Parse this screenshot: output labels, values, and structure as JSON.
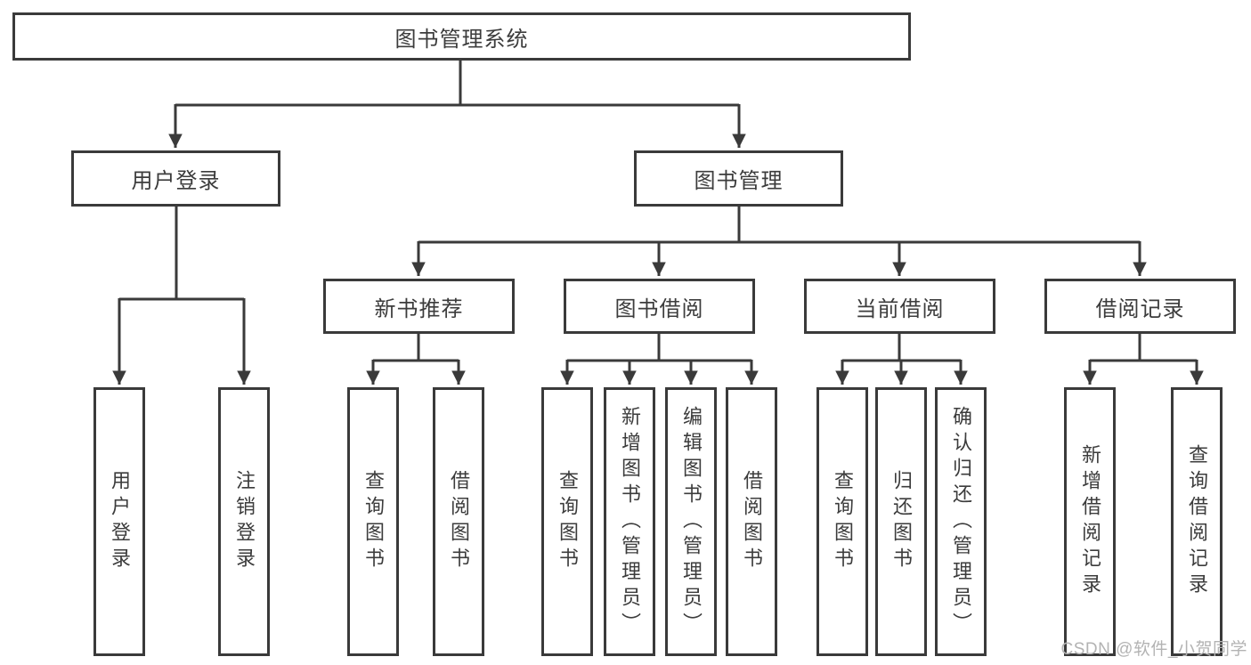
{
  "title": {
    "label": "图书管理系统"
  },
  "level2": [
    {
      "label": "用户登录"
    },
    {
      "label": "图书管理"
    }
  ],
  "level3": [
    {
      "label": "新书推荐"
    },
    {
      "label": "图书借阅"
    },
    {
      "label": "当前借阅"
    },
    {
      "label": "借阅记录"
    }
  ],
  "level4": {
    "user_login": [
      "用户登录",
      "注销登录"
    ],
    "new_books": [
      "查询图书",
      "借阅图书"
    ],
    "book_borrowing": [
      "查询图书",
      "新增图书（管理员）",
      "编辑图书（管理员）",
      "借阅图书"
    ],
    "current_borrowing": [
      "查询图书",
      "归还图书",
      "确认归还（管理员）"
    ],
    "borrowing_records": [
      "新增借阅记录",
      "查询借阅记录"
    ]
  },
  "watermark": "CSDN @软件_小贺同学",
  "colors": {
    "line": "#3a3a3a",
    "text": "#3c3c3c",
    "watermark": "#b3b3b3"
  }
}
